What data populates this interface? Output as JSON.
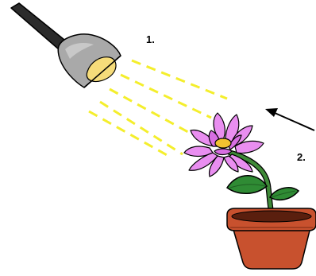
{
  "labels": {
    "lamp_marker": "1.",
    "plant_marker": "2."
  },
  "icons": {
    "lamp": "lamp-icon",
    "light_rays": "light-rays",
    "direction_arrow": "arrow-icon",
    "flower": "flower-icon",
    "pot": "flower-pot-icon"
  },
  "colors": {
    "lamp_shade": "#a9a9a9",
    "lamp_handle": "#2b2b2b",
    "bulb": "#f6dc7a",
    "rays": "#f4ee2c",
    "petals": "#e98ef0",
    "petal_shade": "#d86ee2",
    "flower_center": "#f2c230",
    "stem": "#3f8a38",
    "leaves": "#2f8b34",
    "pot": "#c8512e",
    "soil": "#5a1f0e",
    "outline": "#000000"
  }
}
